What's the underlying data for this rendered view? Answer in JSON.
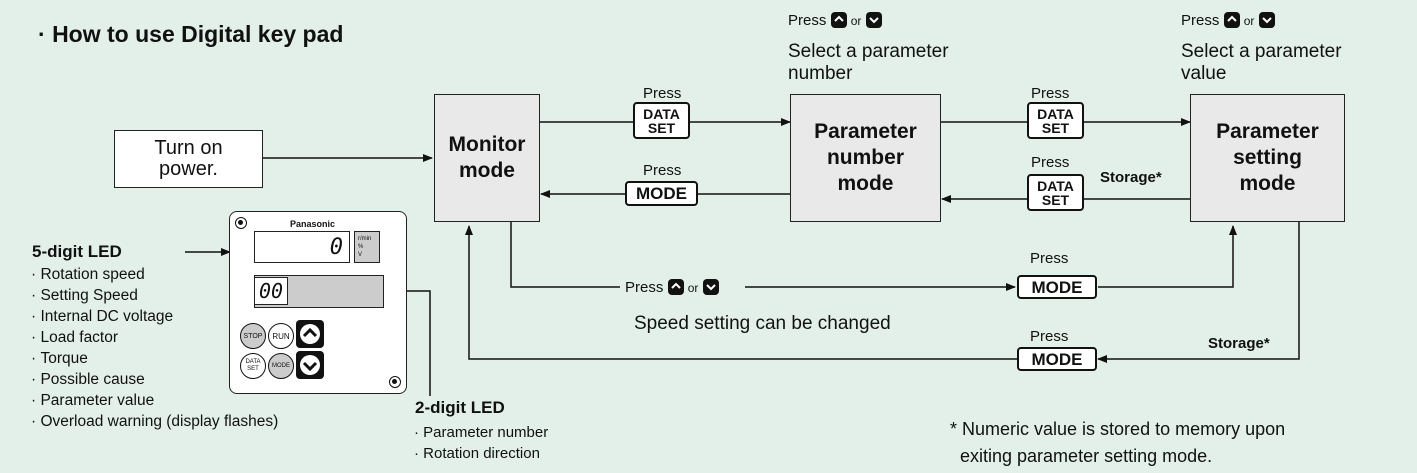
{
  "title": "How to use Digital key pad",
  "power_box": "Turn on\npower.",
  "monitor_box": "Monitor\nmode",
  "param_number_box": "Parameter\nnumber\nmode",
  "param_setting_box": "Parameter\nsetting\nmode",
  "press_label": "Press",
  "or_label": "or",
  "data_set_key": "DATA\nSET",
  "mode_key": "MODE",
  "storage_label": "Storage*",
  "select_number_text": "Select a parameter\nnumber",
  "select_value_text": "Select a parameter\nvalue",
  "speed_text": "Speed setting can be changed",
  "led5_title": "5-digit LED",
  "led5_items": [
    "Rotation speed",
    "Setting Speed",
    "Internal DC voltage",
    "Load factor",
    "Torque",
    "Possible cause",
    "Parameter value",
    "Overload warning (display flashes)"
  ],
  "led2_title": "2-digit LED",
  "led2_items": [
    "Parameter number",
    "Rotation direction"
  ],
  "footnote": "* Numeric value is stored to memory upon\n  exiting parameter setting mode.",
  "device": {
    "brand": "Panasonic",
    "display5": "0",
    "display2": "00",
    "indicators": [
      "r/min",
      "%",
      "V"
    ],
    "stop_label": "STOP",
    "run_label": "RUN",
    "dataset_label": "DATA\nSET",
    "mode_label": "MODE"
  },
  "icons": [
    "up-arrow-key-icon",
    "down-arrow-key-icon"
  ]
}
